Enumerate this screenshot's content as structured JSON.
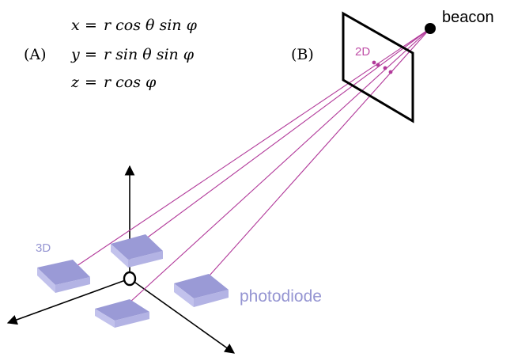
{
  "panel_a": {
    "label": "(A)",
    "equations": {
      "x": {
        "lhs": "x",
        "rhs": "r cos θ sin φ"
      },
      "y": {
        "lhs": "y",
        "rhs": "r sin θ sin φ"
      },
      "z": {
        "lhs": "z",
        "rhs": "r cos φ"
      }
    }
  },
  "panel_b": {
    "label": "(B)"
  },
  "labels": {
    "beacon": "beacon",
    "plane_2d": "2D",
    "sensors_3d": "3D",
    "photodiode": "photodiode"
  },
  "colors": {
    "ray": "#b23a9a",
    "projection_dot": "#b23a9a",
    "label_2d": "#c050a8",
    "photodiode_top": "#9a9ad6",
    "photodiode_side": "#c2c2ec",
    "photodiode_front": "#b3b3e4",
    "photodiode_label": "#9595d2",
    "axes": "#000000",
    "plane": "#000000",
    "beacon": "#000000"
  }
}
